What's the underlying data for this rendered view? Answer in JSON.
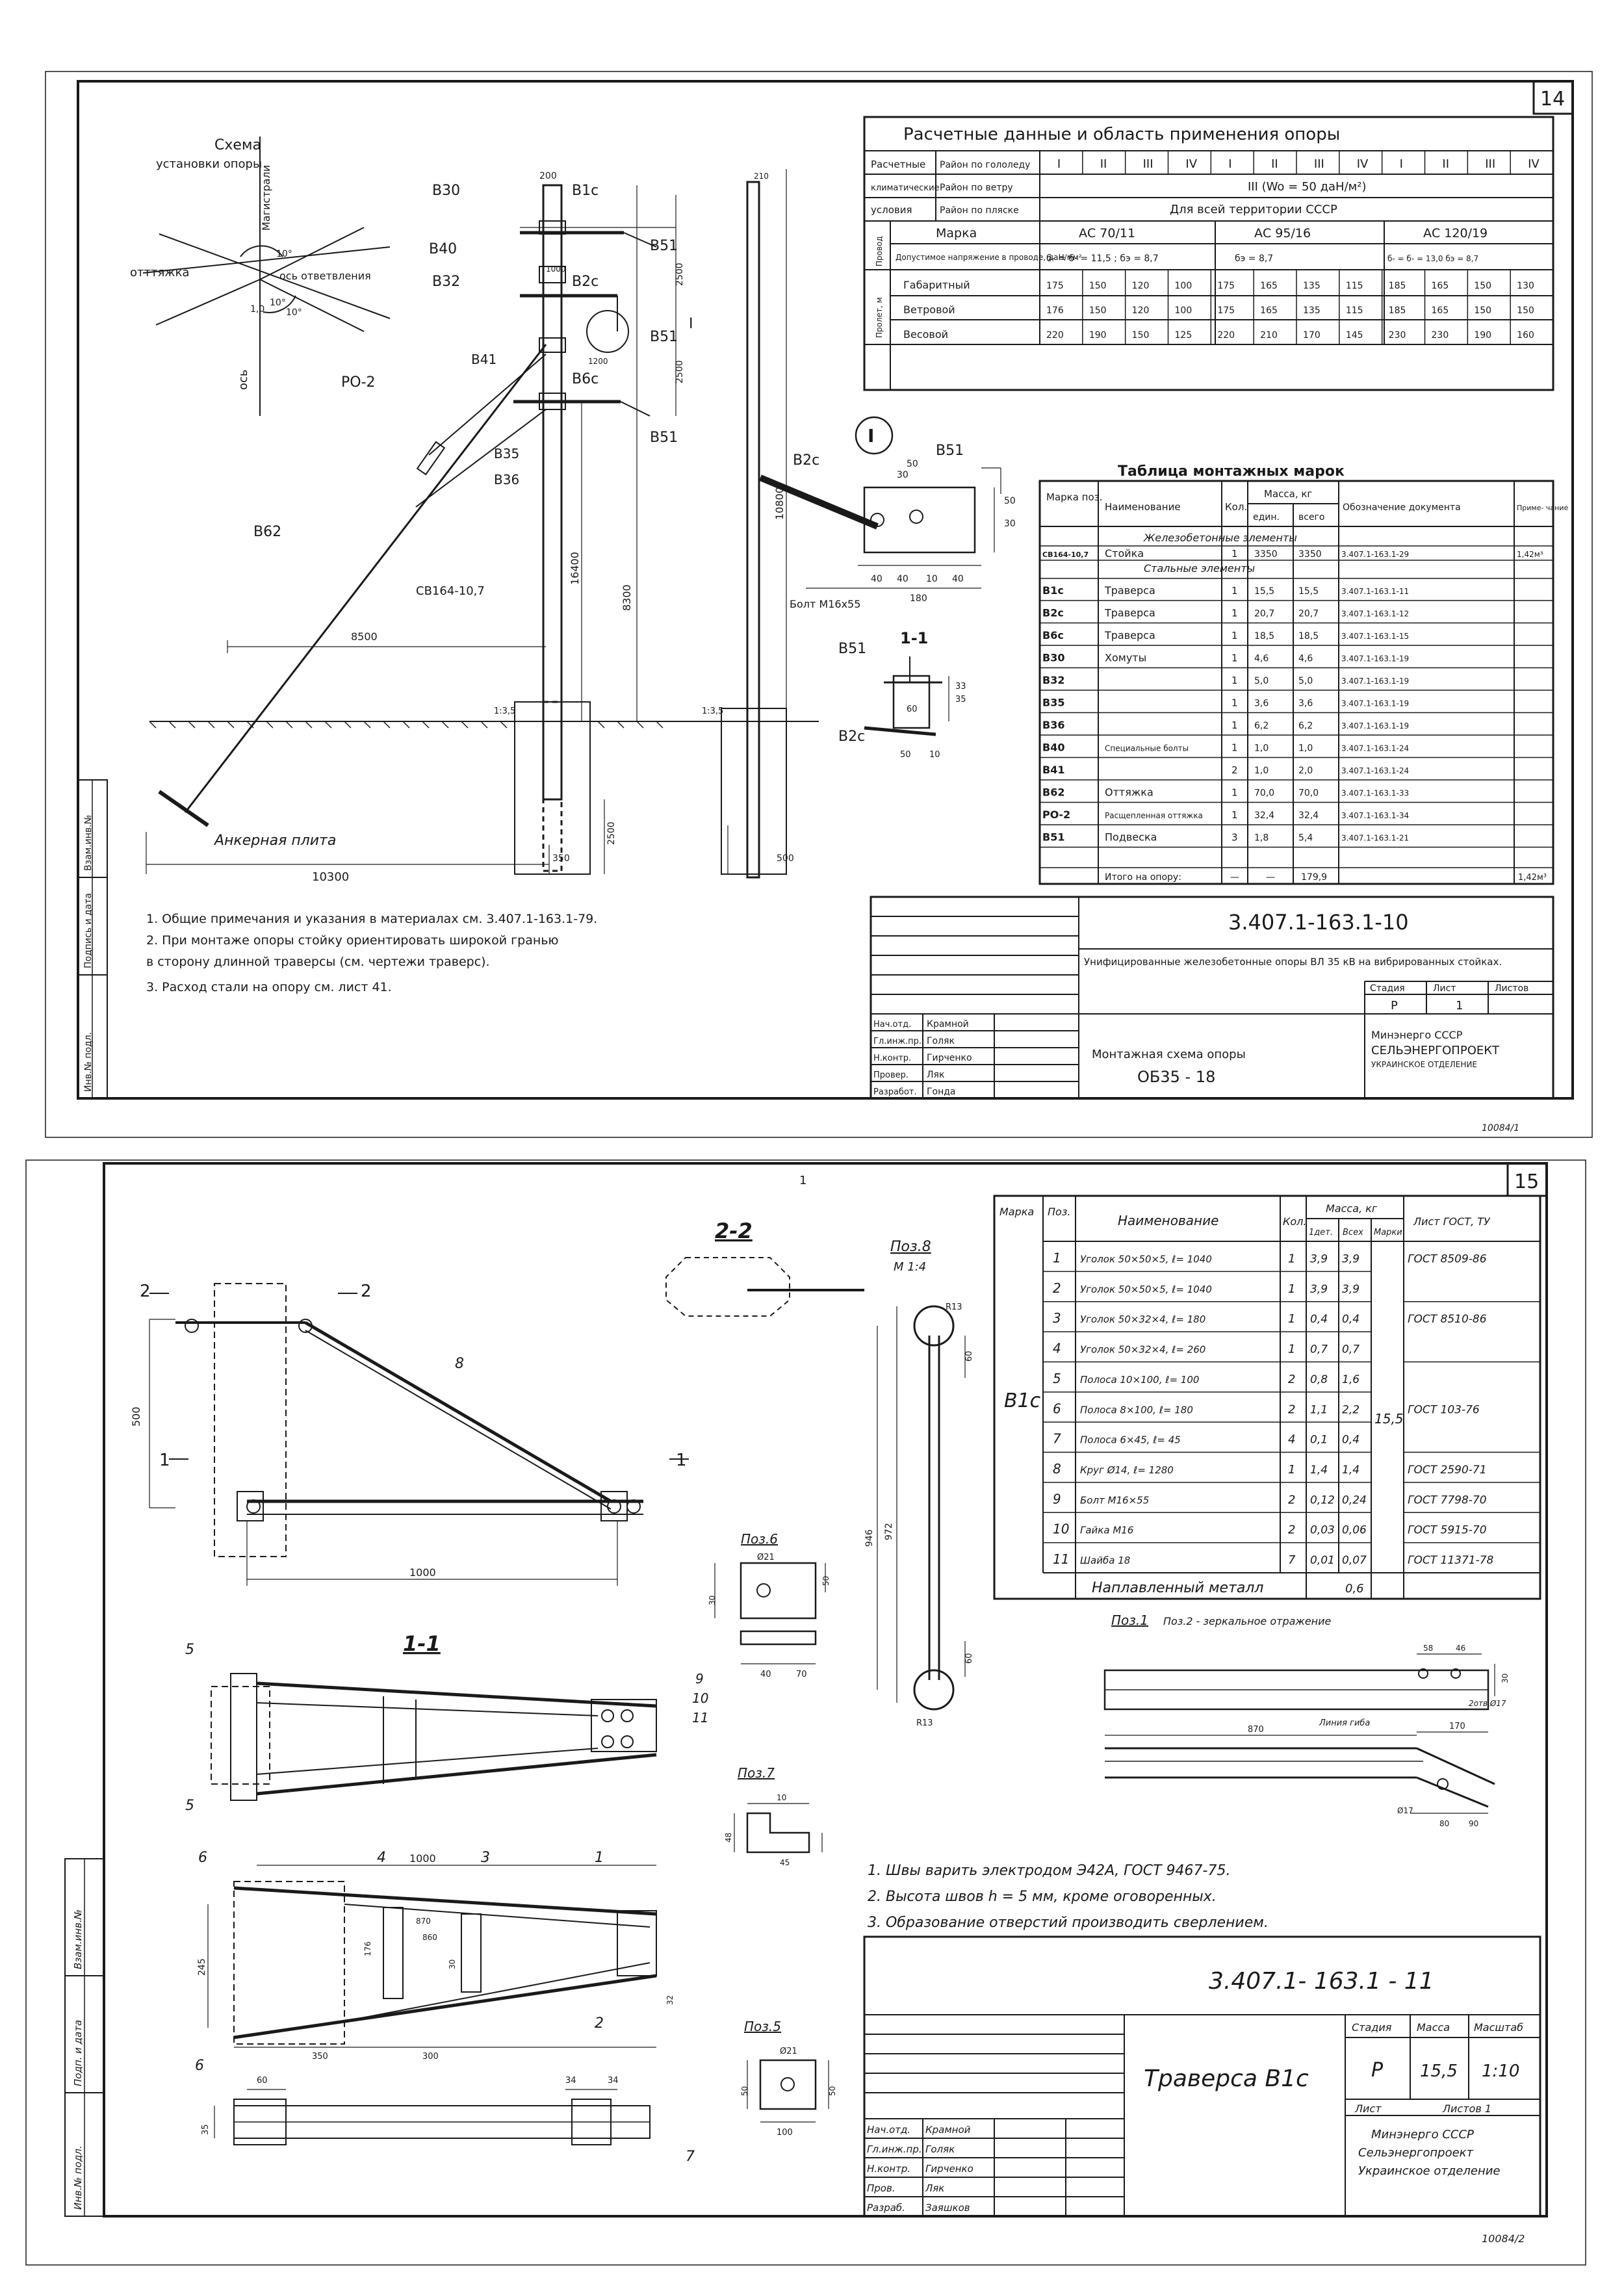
{
  "sheet1": {
    "sheet_number": "14",
    "scheme_title": [
      "Схема",
      "установки опоры"
    ],
    "scheme_labels": [
      "Магистрали",
      "отттяжка",
      "ось ответвления",
      "ось"
    ],
    "scheme_angles": [
      "10°",
      "10°",
      "1,0",
      "10°"
    ],
    "member_labels": {
      "b30": "В30",
      "b1c": "В1с",
      "b40": "В40",
      "b32": "В32",
      "b2c": "В2с",
      "b41": "В41",
      "b6c": "В6с",
      "b35": "В35",
      "b36": "В36",
      "b51a": "В51",
      "b51b": "В51",
      "b51c": "В51",
      "po2": "РО-2",
      "b62": "В62",
      "pole_code": "СВ164-10,7",
      "anchor": "Анкерная плита",
      "roman": "I"
    },
    "dims": {
      "d200": "200",
      "d8300": "8300",
      "d16400": "16400",
      "d8500": "8500",
      "d2500a": "2500",
      "d2500b": "2500",
      "d2500c": "2500",
      "d1000": "1000",
      "d1200": "1200",
      "d10300": "10300",
      "d350": "350",
      "d500": "500",
      "d210": "210",
      "d10800": "10800",
      "slope_a": "1:3,5",
      "slope_b": "1:3,5"
    },
    "detail": {
      "title_roman": "I",
      "b51": "В51",
      "b2c": "В2с",
      "bolt": "Болт М16х55",
      "dims": [
        "30",
        "50",
        "40",
        "40",
        "10",
        "40",
        "180",
        "30",
        "50"
      ],
      "section_title": "1-1",
      "sec_labels": [
        "В51",
        "В2с"
      ],
      "sec_dims": [
        "50",
        "10",
        "60",
        "35",
        "33"
      ]
    },
    "notes": [
      "1. Общие примечания и указания в материалах см. 3.407.1-163.1-79.",
      "2. При монтаже опоры стойку ориентировать широкой гранью",
      "   в сторону длинной траверсы (см. чертежи траверс).",
      "3. Расход стали на опору см. лист 41."
    ],
    "design_table": {
      "title": "Расчетные данные и область применения опоры",
      "row1_label": "Расчетные",
      "row2_label": "климатические",
      "row3_label": "условия",
      "ice_label": "Район по гололеду",
      "ice_values": [
        "I",
        "II",
        "III",
        "IV",
        "I",
        "II",
        "III",
        "IV",
        "I",
        "II",
        "III",
        "IV"
      ],
      "wind_label": "Район по ветру",
      "wind_value": "III (Wo = 50 даН/м²)",
      "dance_label": "Район по пляске",
      "dance_value": "Для всей территории СССР",
      "wire_side": "Провод",
      "mark_label": "Марка",
      "marks": [
        "АС 70/11",
        "АС 95/16",
        "АС 120/19"
      ],
      "stress_label": "Допустимое напряжение в проводе, даН/мм²",
      "stresses": [
        "б- = б- = 11,5 ; бэ = 8,7",
        "бэ = 8,7",
        "б- = б- = 13,0 бэ = 8,7"
      ],
      "span_side": "Пролет, м",
      "spans": [
        {
          "name": "Габаритный",
          "values": [
            "175",
            "150",
            "120",
            "100",
            "175",
            "165",
            "135",
            "115",
            "185",
            "165",
            "150",
            "130"
          ]
        },
        {
          "name": "Ветровой",
          "values": [
            "176",
            "150",
            "120",
            "100",
            "175",
            "165",
            "135",
            "115",
            "185",
            "165",
            "150",
            "150"
          ]
        },
        {
          "name": "Весовой",
          "values": [
            "220",
            "190",
            "150",
            "125",
            "220",
            "210",
            "170",
            "145",
            "230",
            "230",
            "190",
            "160"
          ]
        }
      ]
    },
    "parts_table": {
      "title": "Таблица монтажных марок",
      "headers": [
        "Марка поз.",
        "Наименование",
        "Кол.",
        "Масса, кг",
        "един.",
        "всего",
        "Обозначение документа",
        "Приме- чание"
      ],
      "section_concrete": "Железобетонные элементы",
      "section_steel": "Стальные элементы",
      "rows": [
        {
          "mark": "СВ164-10,7",
          "name": "Стойка",
          "qty": "1",
          "unit": "3350",
          "total": "3350",
          "doc": "3.407.1-163.1-29",
          "note": "1,42м³"
        },
        {
          "mark": "В1с",
          "name": "Траверса",
          "qty": "1",
          "unit": "15,5",
          "total": "15,5",
          "doc": "3.407.1-163.1-11",
          "note": ""
        },
        {
          "mark": "В2с",
          "name": "Траверса",
          "qty": "1",
          "unit": "20,7",
          "total": "20,7",
          "doc": "3.407.1-163.1-12",
          "note": ""
        },
        {
          "mark": "В6с",
          "name": "Траверса",
          "qty": "1",
          "unit": "18,5",
          "total": "18,5",
          "doc": "3.407.1-163.1-15",
          "note": ""
        },
        {
          "mark": "В30",
          "name": "Хомуты",
          "qty": "1",
          "unit": "4,6",
          "total": "4,6",
          "doc": "3.407.1-163.1-19",
          "note": ""
        },
        {
          "mark": "В32",
          "name": "",
          "qty": "1",
          "unit": "5,0",
          "total": "5,0",
          "doc": "3.407.1-163.1-19",
          "note": ""
        },
        {
          "mark": "В35",
          "name": "",
          "qty": "1",
          "unit": "3,6",
          "total": "3,6",
          "doc": "3.407.1-163.1-19",
          "note": ""
        },
        {
          "mark": "В36",
          "name": "",
          "qty": "1",
          "unit": "6,2",
          "total": "6,2",
          "doc": "3.407.1-163.1-19",
          "note": ""
        },
        {
          "mark": "В40",
          "name": "Специальные болты",
          "qty": "1",
          "unit": "1,0",
          "total": "1,0",
          "doc": "3.407.1-163.1-24",
          "note": ""
        },
        {
          "mark": "В41",
          "name": "",
          "qty": "2",
          "unit": "1,0",
          "total": "2,0",
          "doc": "3.407.1-163.1-24",
          "note": ""
        },
        {
          "mark": "В62",
          "name": "Оттяжка",
          "qty": "1",
          "unit": "70,0",
          "total": "70,0",
          "doc": "3.407.1-163.1-33",
          "note": ""
        },
        {
          "mark": "РО-2",
          "name": "Расщепленная оттяжка",
          "qty": "1",
          "unit": "32,4",
          "total": "32,4",
          "doc": "3.407.1-163.1-34",
          "note": ""
        },
        {
          "mark": "В51",
          "name": "Подвеска",
          "qty": "3",
          "unit": "1,8",
          "total": "5,4",
          "doc": "3.407.1-163.1-21",
          "note": ""
        }
      ],
      "total_label": "Итого на опору:",
      "total_qty": "—",
      "total_unit": "—",
      "total_mass": "179,9",
      "total_note": "1,42м³"
    },
    "title_block": {
      "code": "3.407.1-163.1-10",
      "description": "Унифицированные железобетонные опоры ВЛ 35 кВ на вибрированных стойках.",
      "stage_label": "Стадия",
      "sheet_label": "Лист",
      "sheets_label": "Листов",
      "stage": "Р",
      "sheet": "1",
      "sheets": "",
      "drawing_name": [
        "Монтажная схема опоры",
        "ОБ35 - 18"
      ],
      "org": [
        "Минэнерго СССР",
        "СЕЛЬЭНЕРГОПРОЕКТ",
        "УКРАИНСКОЕ ОТДЕЛЕНИЕ"
      ],
      "roles": [
        "Нач.отд.",
        "Гл.инж.пр.",
        "Н.контр.",
        "Провер.",
        "Разработ."
      ],
      "names": [
        "Крамной",
        "Голяк",
        "Гирченко",
        "Ляк",
        "Гонда"
      ]
    },
    "side_stamp": [
      "Инв.№ подл.",
      "Подпись и дата",
      "Взам.инв.№"
    ],
    "corner_note": "10084/1"
  },
  "sheet2": {
    "sheet_number": "15",
    "top_mark": "1",
    "view_labels": {
      "sec22": "2-2",
      "sec11": "1-1",
      "poz8": "Поз.8",
      "poz8_scale": "М 1:4",
      "poz6": "Поз.6",
      "poz7": "Поз.7",
      "poz5": "Поз.5",
      "poz1": "Поз.1",
      "poz2_note": "Поз.2 - зеркальное отражение"
    },
    "markers": {
      "m2l": "2",
      "m2r": "2",
      "m1l": "1",
      "m1r": "1",
      "p8": "8",
      "p5a": "5",
      "p5b": "5",
      "p9": "9",
      "p10": "10",
      "p11": "11",
      "p6a": "6",
      "p6b": "6",
      "p4": "4",
      "p3": "3",
      "p1": "1",
      "p2": "2",
      "p7": "7",
      "p11b": "11"
    },
    "dims": {
      "d500": "500",
      "d1000a": "1000",
      "d1000b": "1000",
      "d972": "972",
      "d946": "946",
      "d60a": "60",
      "d60b": "60",
      "r13a": "R13",
      "r13b": "R13",
      "d21a": "Ø21",
      "d21b": "Ø21",
      "d50a": "50",
      "d40": "40",
      "d70": "70",
      "d30a": "30",
      "d48": "48",
      "d10": "10",
      "d45": "45",
      "d245": "245",
      "d176": "176",
      "d870a": "870",
      "d860": "860",
      "d30b": "30",
      "d350": "350",
      "d300": "300",
      "d32": "32",
      "d60c": "60",
      "d34a": "34",
      "d34b": "34",
      "d35": "35",
      "d100": "100",
      "d50b": "50",
      "d50c": "50",
      "d80": "80",
      "d90": "90",
      "d870b": "870",
      "d170": "170",
      "d17": "Ø17",
      "d30c": "30",
      "bend": "Линия гиба",
      "hole": "2отв.Ø17",
      "d58": "58",
      "d46": "46"
    },
    "spec_table": {
      "headers": [
        "Марка",
        "Поз.",
        "Наименование",
        "Кол.",
        "Масса, кг",
        "1дет.",
        "Всех",
        "Марки",
        "Лист ГОСТ, ТУ"
      ],
      "mark": "В1с",
      "mark_mass": "15,5",
      "rows": [
        {
          "pos": "1",
          "name": "Уголок 50×50×5, ℓ= 1040",
          "qty": "1",
          "one": "3,9",
          "all": "3,9",
          "gost": "ГОСТ 8509-86"
        },
        {
          "pos": "2",
          "name": "Уголок 50×50×5, ℓ= 1040",
          "qty": "1",
          "one": "3,9",
          "all": "3,9",
          "gost": ""
        },
        {
          "pos": "3",
          "name": "Уголок 50×32×4, ℓ= 180",
          "qty": "1",
          "one": "0,4",
          "all": "0,4",
          "gost": "ГОСТ 8510-86"
        },
        {
          "pos": "4",
          "name": "Уголок 50×32×4, ℓ= 260",
          "qty": "1",
          "one": "0,7",
          "all": "0,7",
          "gost": ""
        },
        {
          "pos": "5",
          "name": "Полоса 10×100, ℓ= 100",
          "qty": "2",
          "one": "0,8",
          "all": "1,6",
          "gost": ""
        },
        {
          "pos": "6",
          "name": "Полоса 8×100, ℓ= 180",
          "qty": "2",
          "one": "1,1",
          "all": "2,2",
          "gost": "ГОСТ 103-76"
        },
        {
          "pos": "7",
          "name": "Полоса 6×45, ℓ= 45",
          "qty": "4",
          "one": "0,1",
          "all": "0,4",
          "gost": ""
        },
        {
          "pos": "8",
          "name": "Круг Ø14, ℓ= 1280",
          "qty": "1",
          "one": "1,4",
          "all": "1,4",
          "gost": "ГОСТ 2590-71"
        },
        {
          "pos": "9",
          "name": "Болт М16×55",
          "qty": "2",
          "one": "0,12",
          "all": "0,24",
          "gost": "ГОСТ 7798-70"
        },
        {
          "pos": "10",
          "name": "Гайка М16",
          "qty": "2",
          "one": "0,03",
          "all": "0,06",
          "gost": "ГОСТ 5915-70"
        },
        {
          "pos": "11",
          "name": "Шайба 18",
          "qty": "7",
          "one": "0,01",
          "all": "0,07",
          "gost": "ГОСТ 11371-78"
        }
      ],
      "weld_label": "Наплавленный металл",
      "weld_mass": "0,6"
    },
    "notes": [
      "1. Швы варить электродом Э42А, ГОСТ 9467-75.",
      "2. Высота швов h = 5 мм, кроме оговоренных.",
      "3. Образование отверстий производить сверлением."
    ],
    "title_block": {
      "code": "3.407.1- 163.1 - 11",
      "drawing_name": "Траверса В1с",
      "stage_label": "Стадия",
      "mass_label": "Масса",
      "scale_label": "Масштаб",
      "stage": "Р",
      "mass": "15,5",
      "scale": "1:10",
      "sheet_label": "Лист",
      "sheets_label": "Листов 1",
      "org": [
        "Минэнерго СССР",
        "Сельэнергопроект",
        "Украинское отделение"
      ],
      "roles": [
        "Нач.отд.",
        "Гл.инж.пр.",
        "Н.контр.",
        "Пров.",
        "Разраб."
      ],
      "names": [
        "Крамной",
        "Голяк",
        "Гирченко",
        "Ляк",
        "Заяшков"
      ]
    },
    "side_stamp": [
      "Инв.№ подл.",
      "Подп. и дата",
      "Взам.инв.№"
    ],
    "corner_note": "10084/2"
  }
}
